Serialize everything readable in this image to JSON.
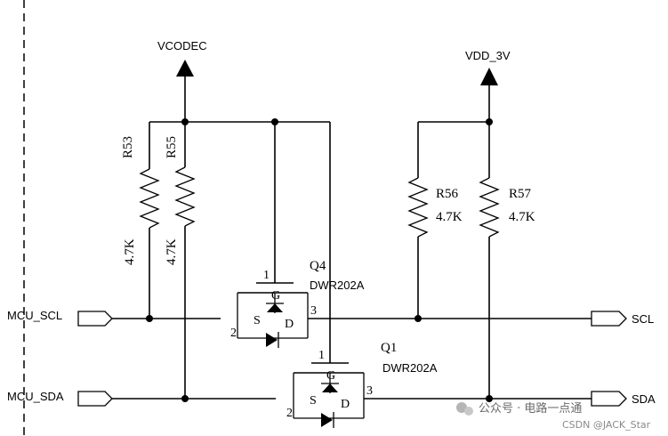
{
  "power": {
    "vcodec": "VCODEC",
    "vdd": "VDD_3V"
  },
  "resistors": [
    {
      "ref": "R53",
      "value": "4.7K"
    },
    {
      "ref": "R55",
      "value": "4.7K"
    },
    {
      "ref": "R56",
      "value": "4.7K"
    },
    {
      "ref": "R57",
      "value": "4.7K"
    }
  ],
  "transistors": [
    {
      "ref": "Q4",
      "part": "DWR202A",
      "gate_pin": "1",
      "source_pin": "2",
      "drain_pin": "3",
      "g": "G",
      "s": "S",
      "d": "D"
    },
    {
      "ref": "Q1",
      "part": "DWR202A",
      "gate_pin": "1",
      "source_pin": "2",
      "drain_pin": "3",
      "g": "G",
      "s": "S",
      "d": "D"
    }
  ],
  "ports": {
    "mcu_scl": "MCU_SCL",
    "mcu_sda": "MCU_SDA",
    "scl": "SCL",
    "sda": "SDA"
  },
  "watermark": {
    "line1": "公众号 · 电路一点通",
    "line2": "CSDN @JACK_Star"
  }
}
